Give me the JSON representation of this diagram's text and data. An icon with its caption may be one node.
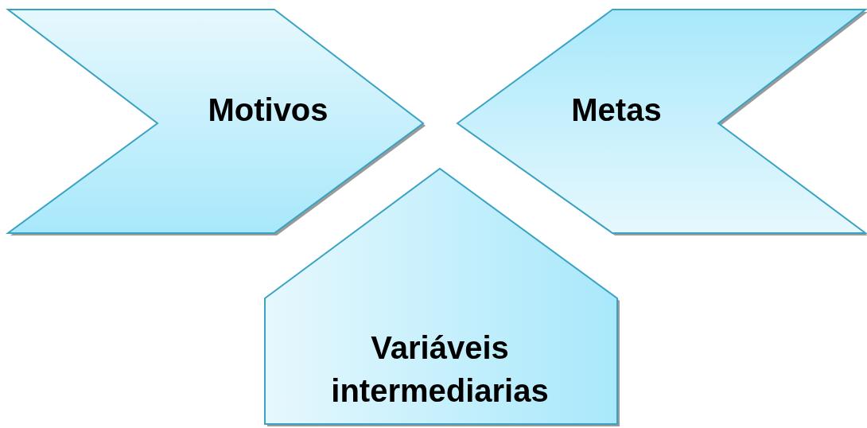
{
  "diagram": {
    "nodes": [
      {
        "text": [
          "Motivos"
        ]
      },
      {
        "text": [
          "Metas"
        ]
      },
      {
        "text": [
          "Variáveis intermediarias"
        ]
      }
    ]
  }
}
